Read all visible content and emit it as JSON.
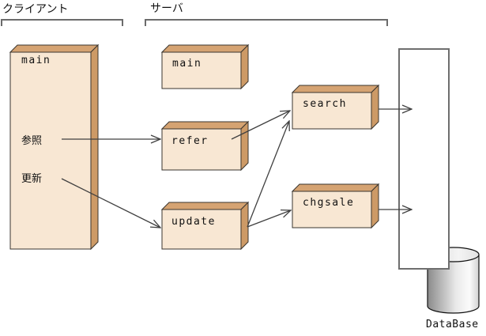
{
  "groups": {
    "client": {
      "label": "クライアント"
    },
    "server": {
      "label": "サーバ"
    }
  },
  "client_box": {
    "title": "main",
    "refer_label": "参照",
    "update_label": "更新"
  },
  "server_boxes": {
    "main": {
      "label": "main"
    },
    "refer": {
      "label": "refer"
    },
    "update": {
      "label": "update"
    },
    "search": {
      "label": "search"
    },
    "chgsale": {
      "label": "chgsale"
    }
  },
  "database": {
    "label": "DataBase"
  },
  "colors": {
    "box_front": "#f8e7d3",
    "box_top": "#d5a372",
    "box_side": "#cd9a66",
    "box_outline": "#3a352f",
    "bracket_gray": "#6b6b6b",
    "db_rect_border": "#6e6e6e",
    "arrow": "#404040",
    "cylinder_dark": "#8a8a8a",
    "cylinder_light": "#fbfbfb",
    "text": "#111111"
  }
}
